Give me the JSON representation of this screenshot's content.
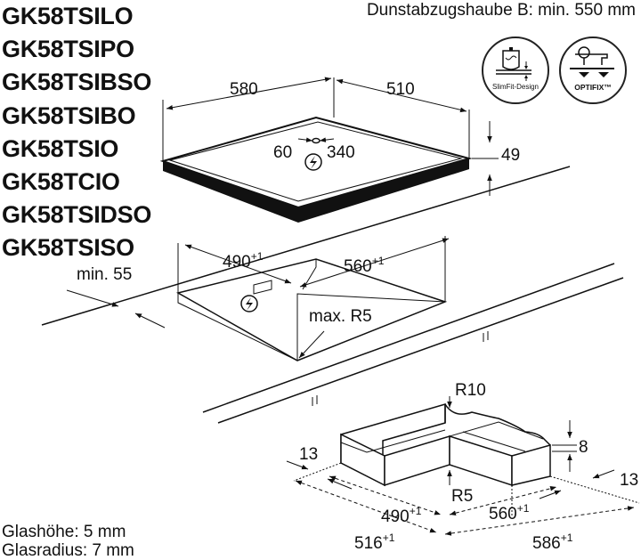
{
  "models": [
    "GK58TSILO",
    "GK58TSIPO",
    "GK58TSIBSO",
    "GK58TSIBO",
    "GK58TSIO",
    "GK58TCIO",
    "GK58TSIDSO",
    "GK58TSISO"
  ],
  "hood_note": "Dunstabzugshaube B: min. 550 mm",
  "badges": {
    "slimfit": "SlimFit-Design",
    "optifix": "OPTIFIX™"
  },
  "hob": {
    "width": "580",
    "depth": "510",
    "height": "49",
    "connection_x": "60",
    "connection_y": "340"
  },
  "cutout": {
    "width": "490",
    "width_tol": "+1",
    "depth": "560",
    "depth_tol": "+1",
    "min_edge": "min. 55",
    "radius": "max. R5"
  },
  "frame_detail": {
    "r10": "R10",
    "r5": "R5",
    "depth_8": "8",
    "left_13": "13",
    "right_13": "13",
    "inner_width": "490",
    "inner_width_tol": "+1",
    "inner_depth": "560",
    "inner_depth_tol": "+1",
    "outer_width": "516",
    "outer_width_tol": "+1",
    "outer_depth": "586",
    "outer_depth_tol": "+1"
  },
  "notes": {
    "glass_height": "Glashöhe: 5 mm",
    "glass_radius": "Glasradius: 7 mm"
  }
}
